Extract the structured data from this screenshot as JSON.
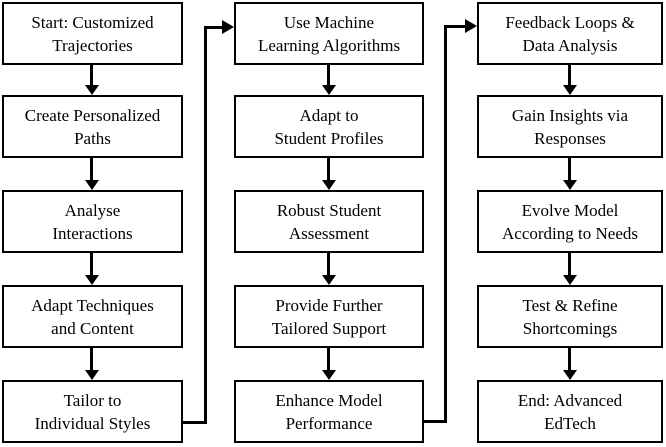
{
  "flow": {
    "colors": {
      "background": "#ffffff",
      "box_fill": "#ffffff",
      "box_border": "#000000",
      "text": "#000000",
      "arrow": "#000000"
    },
    "columns": [
      {
        "name": "personalization-phase",
        "nodes": [
          {
            "id": "start-customized-trajectories",
            "lines": [
              "Start: Customized",
              "Trajectories"
            ]
          },
          {
            "id": "create-personalized-paths",
            "lines": [
              "Create Personalized",
              "Paths"
            ]
          },
          {
            "id": "analyse-interactions",
            "lines": [
              "Analyse",
              "Interactions"
            ]
          },
          {
            "id": "adapt-techniques-content",
            "lines": [
              "Adapt Techniques",
              "and Content"
            ]
          },
          {
            "id": "tailor-individual-styles",
            "lines": [
              "Tailor to",
              "Individual Styles"
            ]
          }
        ]
      },
      {
        "name": "machine-learning-phase",
        "nodes": [
          {
            "id": "use-machine-learning",
            "lines": [
              "Use Machine",
              "Learning Algorithms"
            ]
          },
          {
            "id": "adapt-student-profiles",
            "lines": [
              "Adapt to",
              "Student Profiles"
            ]
          },
          {
            "id": "robust-assessment",
            "lines": [
              "Robust Student",
              "Assessment"
            ]
          },
          {
            "id": "tailored-support",
            "lines": [
              "Provide Further",
              "Tailored Support"
            ]
          },
          {
            "id": "enhance-model",
            "lines": [
              "Enhance Model",
              "Performance"
            ]
          }
        ]
      },
      {
        "name": "feedback-phase",
        "nodes": [
          {
            "id": "feedback-loops",
            "lines": [
              "Feedback Loops &",
              "Data Analysis"
            ]
          },
          {
            "id": "gain-insights",
            "lines": [
              "Gain Insights via",
              "Responses"
            ]
          },
          {
            "id": "evolve-model",
            "lines": [
              "Evolve Model",
              "According to Needs"
            ]
          },
          {
            "id": "test-refine",
            "lines": [
              "Test & Refine",
              "Shortcomings"
            ]
          },
          {
            "id": "end-advanced-edtech",
            "lines": [
              "End: Advanced",
              "EdTech"
            ]
          }
        ]
      }
    ],
    "edges": [
      {
        "from": "start-customized-trajectories",
        "to": "create-personalized-paths"
      },
      {
        "from": "create-personalized-paths",
        "to": "analyse-interactions"
      },
      {
        "from": "analyse-interactions",
        "to": "adapt-techniques-content"
      },
      {
        "from": "adapt-techniques-content",
        "to": "tailor-individual-styles"
      },
      {
        "from": "tailor-individual-styles",
        "to": "use-machine-learning"
      },
      {
        "from": "use-machine-learning",
        "to": "adapt-student-profiles"
      },
      {
        "from": "adapt-student-profiles",
        "to": "robust-assessment"
      },
      {
        "from": "robust-assessment",
        "to": "tailored-support"
      },
      {
        "from": "tailored-support",
        "to": "enhance-model"
      },
      {
        "from": "enhance-model",
        "to": "feedback-loops"
      },
      {
        "from": "feedback-loops",
        "to": "gain-insights"
      },
      {
        "from": "gain-insights",
        "to": "evolve-model"
      },
      {
        "from": "evolve-model",
        "to": "test-refine"
      },
      {
        "from": "test-refine",
        "to": "end-advanced-edtech"
      }
    ]
  }
}
